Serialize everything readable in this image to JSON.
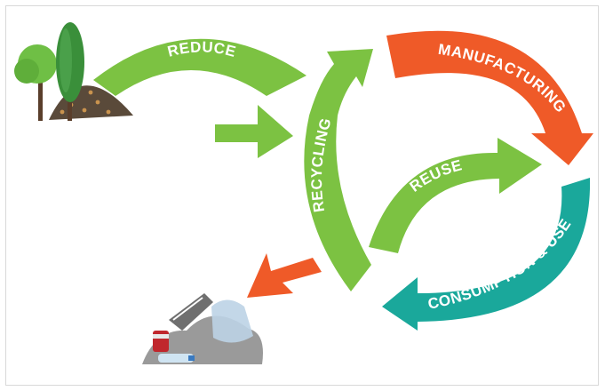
{
  "labels": {
    "reduce": "REDUCE",
    "recycling": "RECYCLING",
    "manufacturing": "MANUFACTURING",
    "reuse": "REUSE",
    "consumption": "CONSUMPTION & USE"
  },
  "colors": {
    "green": "#7cc242",
    "orange": "#ef5a28",
    "teal": "#1aa89b",
    "tree_dark": "#3a8f3a",
    "tree_light": "#6fbf45",
    "soil": "#5a4a3a",
    "waste_gray": "#9a9a9a"
  },
  "icons": {
    "nature": "trees-and-soil-icon",
    "waste": "landfill-waste-icon"
  }
}
